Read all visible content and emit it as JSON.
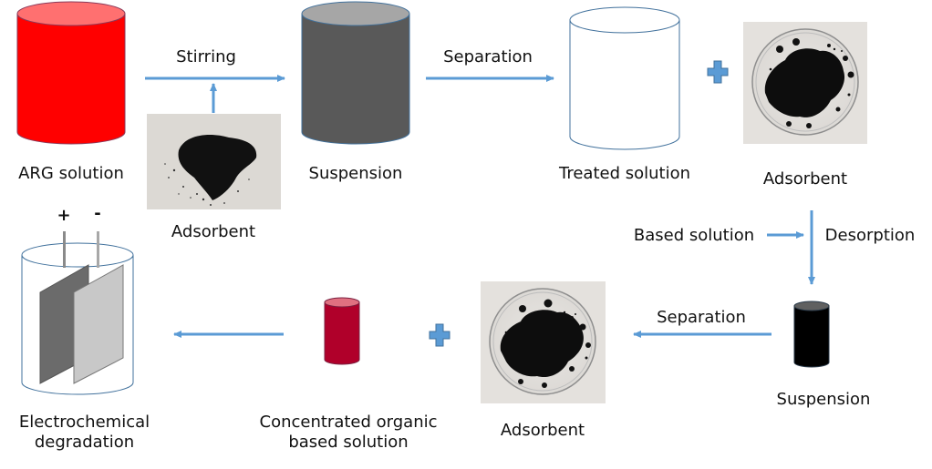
{
  "diagram": {
    "colors": {
      "arrow": "#5b9bd5",
      "red_solution": "#ff0000",
      "red_solution_top": "#ff7070",
      "suspension_gray": "#595959",
      "suspension_gray_top": "#a6a6a6",
      "concentrated_red": "#b0002a",
      "concentrated_red_top": "#e07080",
      "suspension_black": "#000000",
      "suspension_black_top": "#606060",
      "outline": "#41719c",
      "electrode_dark": "#6b6b6b",
      "electrode_light": "#c8c8c8"
    },
    "nodes": {
      "arg_solution": "ARG solution",
      "adsorbent_powder": "Adsorbent",
      "suspension_1": "Suspension",
      "treated_solution": "Treated solution",
      "adsorbent_recovered": "Adsorbent",
      "suspension_2": "Suspension",
      "adsorbent_regenerated": "Adsorbent",
      "concentrated_solution": "Concentrated organic\nbased solution",
      "electrochemical": "Electrochemical\ndegradation"
    },
    "edges": {
      "stirring": "Stirring",
      "separation_1": "Separation",
      "based_solution": "Based solution",
      "desorption": "Desorption",
      "separation_2": "Separation"
    },
    "symbols": {
      "plus_sign": "+",
      "anode": "+",
      "cathode": "-"
    }
  }
}
